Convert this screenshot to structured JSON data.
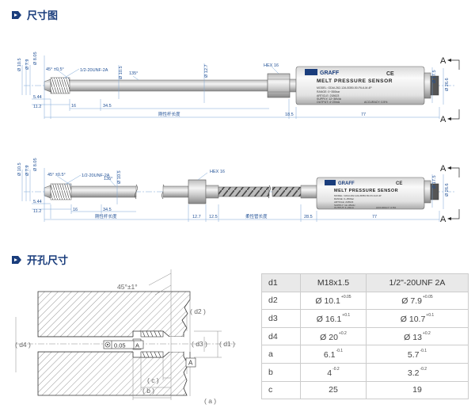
{
  "sections": {
    "dimensions_title": "尺寸图",
    "hole_title": "开孔尺寸"
  },
  "drawing1": {
    "d_left_a": "Ø 10.5",
    "d_left_b": "Ø 7.9",
    "d_left_c": "Ø 8.05",
    "chamfer": "45° ±0.5°",
    "thread": "1/2-20UNF-2A",
    "angle": "135°",
    "d_rod": "Ø 10.5",
    "d_rod2": "Ø 12.7",
    "hex": "HEX 16",
    "d_body": "Ø 26.6",
    "d_body2": "Ø 17.5",
    "len_544": "5.44",
    "len_112": "11.2",
    "len_16": "16",
    "len_345": "34.5",
    "rod_len": "刚性杆长度",
    "len_185": "18.5",
    "len_77": "77",
    "section_a": "A",
    "sensor_brand": "GRAFF",
    "sensor_name": "MELT PRESSURE SENSOR",
    "sensor_model": "MODEL: GDAI-262-12A-B350-50-F6-6-M-4P",
    "sensor_range": "RANGE: 0~350bar",
    "sensor_article": "ARTICLE: 218623",
    "sensor_supply": "SUPPLY: 12~36Vdc",
    "sensor_output": "OUTPUT: 4~20mA",
    "sensor_accuracy": "ACCURACY: 0.5%"
  },
  "drawing2": {
    "d_left_a": "Ø 10.5",
    "d_left_b": "Ø 7.9",
    "d_left_c": "Ø 8.05",
    "chamfer": "45° ±0.5°",
    "thread": "1/2-20UNF-2A",
    "angle": "135°",
    "d_rod": "Ø 10.5",
    "hex": "HEX 16",
    "d_body": "Ø 26.6",
    "d_body2": "Ø 17.5",
    "len_544": "5.44",
    "len_112": "11.2",
    "len_16": "16",
    "len_345": "34.5",
    "rod_len": "刚性杆长度",
    "len_127": "12.7",
    "len_125": "12.5",
    "flex_len": "柔性管长度",
    "len_285": "28.5",
    "len_77": "77",
    "section_a": "A"
  },
  "hole_drawing": {
    "angle": "45°±1°",
    "d1": "( d1 )",
    "d2": "( d2 )",
    "d3": "( d3 )",
    "d4": "( d4 )",
    "a": "( a )",
    "b": "( b )",
    "c": "( c )",
    "tolerance": "0.05",
    "datum": "A",
    "datum_ref": "A"
  },
  "hole_table": {
    "header": [
      "d1",
      "M18x1.5",
      "1/2\"-20UNF 2A"
    ],
    "rows": [
      {
        "label": "d2",
        "m18": "Ø 10.1",
        "m18_tol": "+0.05",
        "unf": "Ø 7.9",
        "unf_tol": "+0.05"
      },
      {
        "label": "d3",
        "m18": "Ø 16.1",
        "m18_tol": "+0.1",
        "unf": "Ø 10.7",
        "unf_tol": "+0.1"
      },
      {
        "label": "d4",
        "m18": "Ø 20",
        "m18_tol": "+0.2",
        "unf": "Ø 13",
        "unf_tol": "+0.2"
      },
      {
        "label": "a",
        "m18": "6.1",
        "m18_tol": "-0.1",
        "unf": "5.7",
        "unf_tol": "-0.1"
      },
      {
        "label": "b",
        "m18": "4",
        "m18_tol": "-0.2",
        "unf": "3.2",
        "unf_tol": "-0.2"
      },
      {
        "label": "c",
        "m18": "25",
        "m18_tol": "",
        "unf": "19",
        "unf_tol": ""
      }
    ]
  }
}
